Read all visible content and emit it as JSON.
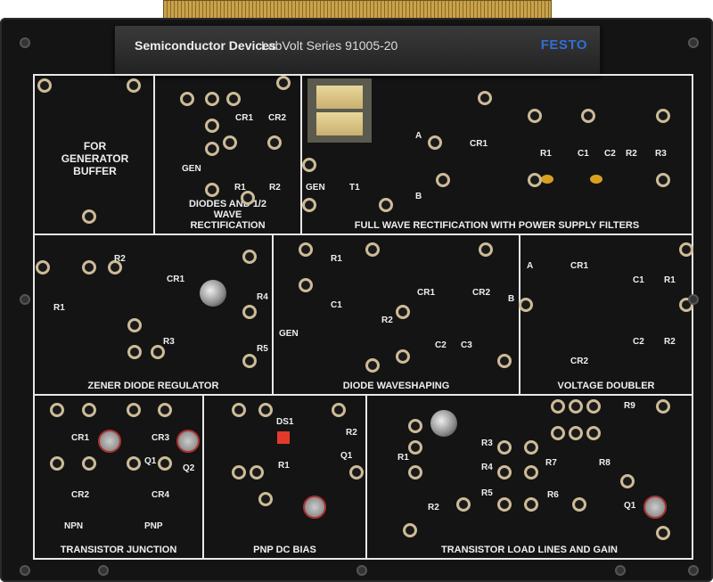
{
  "header": {
    "title": "Semiconductor Devices",
    "series": "LabVolt Series 91005-20",
    "brand": "FESTO",
    "brand_color": "#2f6fd6"
  },
  "panels": {
    "generator_buffer": "FOR GENERATOR BUFFER",
    "diodes": "DIODES AND 1/2 WAVE RECTIFICATION",
    "full_wave": "FULL WAVE RECTIFICATION WITH POWER SUPPLY FILTERS",
    "zener": "ZENER DIODE REGULATOR",
    "waveshaping": "DIODE WAVESHAPING",
    "doubler": "VOLTAGE DOUBLER",
    "junction": "TRANSISTOR JUNCTION",
    "pnp": "PNP DC BIAS",
    "load_lines": "TRANSISTOR LOAD LINES AND GAIN"
  },
  "labels": [
    "CR1",
    "CR2",
    "R1",
    "R2",
    "GEN",
    "GEN",
    "T1",
    "A",
    "B",
    "CR1",
    "R1",
    "C1",
    "C2",
    "R2",
    "R3",
    "R2",
    "CR1",
    "R1",
    "R4",
    "R3",
    "R5",
    "R1",
    "C1",
    "GEN",
    "R2",
    "CR1",
    "CR2",
    "C2",
    "C3",
    "A",
    "B",
    "CR1",
    "C1",
    "R1",
    "C2",
    "R2",
    "CR2",
    "CR1",
    "Q1",
    "CR2",
    "CR3",
    "Q2",
    "CR4",
    "NPN",
    "PNP",
    "DS1",
    "R2",
    "R1",
    "Q1",
    "R1",
    "R2",
    "R3",
    "R4",
    "R5",
    "R6",
    "R7",
    "R8",
    "R9",
    "Q1"
  ]
}
